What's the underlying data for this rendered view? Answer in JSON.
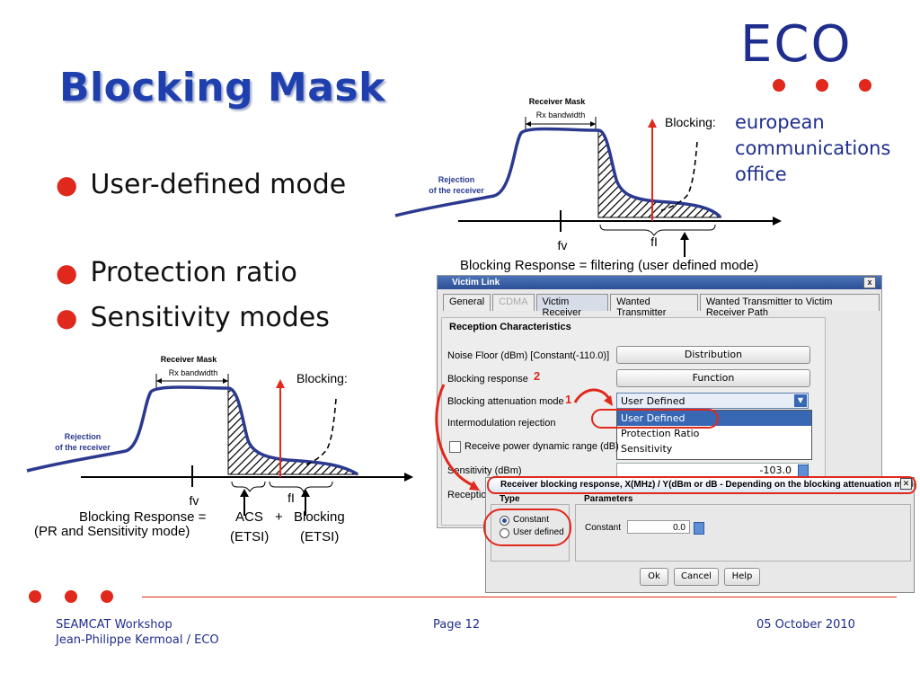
{
  "slide": {
    "title": "Blocking Mask",
    "bullets": [
      "User-defined mode",
      "Protection ratio",
      "Sensitivity modes"
    ]
  },
  "logo": {
    "letters": "ECO",
    "lines": [
      "european",
      "communications",
      "office"
    ]
  },
  "colors": {
    "title": "#1f3fae",
    "accent_red": "#e0281c",
    "logo_blue": "#1f2e8e",
    "mask_curve": "#2b3a8f"
  },
  "diagram_top": {
    "mask_label": "Receiver Mask",
    "bandwidth_label": "Rx bandwidth",
    "rejection_label_1": "Rejection",
    "rejection_label_2": "of the receiver",
    "blocking_label": "Blocking:",
    "fv": "fv",
    "fi": "fI",
    "caption": "Blocking Response = filtering (user defined mode)"
  },
  "diagram_bottom": {
    "mask_label": "Receiver Mask",
    "bandwidth_label": "Rx bandwidth",
    "rejection_label_1": "Rejection",
    "rejection_label_2": "of the receiver",
    "blocking_label": "Blocking:",
    "fv": "fv",
    "fi": "fI",
    "response_label": "Blocking Response =",
    "response_sub": "(PR and Sensitivity mode)",
    "acs": "ACS",
    "acs_sub": "(ETSI)",
    "plus": "+",
    "blocking": "Blocking",
    "blocking_sub": "(ETSI)"
  },
  "victim_dialog": {
    "title": "Victim Link",
    "close": "x",
    "tabs": [
      "General",
      "CDMA",
      "Victim Receiver",
      "Wanted Transmitter",
      "Wanted Transmitter to Victim Receiver Path"
    ],
    "section": "Reception Characteristics",
    "noise_floor_label": "Noise Floor (dBm) [Constant(-110.0)]",
    "noise_floor_button": "Distribution",
    "blocking_response_label": "Blocking response",
    "blocking_response_button": "Function",
    "blocking_attenuation_label": "Blocking attenuation mode",
    "blocking_attenuation_value": "User Defined",
    "intermod_label": "Intermodulation rejection",
    "dynamic_range_label": "Receive power dynamic range (dB)",
    "sensitivity_label": "Sensitivity (dBm)",
    "sensitivity_value": "-103.0",
    "reception_partial": "Receptio",
    "dropdown_options": [
      "User Defined",
      "Protection Ratio",
      "Sensitivity"
    ],
    "marker_1": "1",
    "marker_2": "2"
  },
  "response_dialog": {
    "title": "Receiver blocking response, X(MHz) / Y(dBm or dB - Depending on the blocking attenuation mode)",
    "type_label": "Type",
    "parameters_label": "Parameters",
    "radio_constant": "Constant",
    "radio_user_defined": "User defined",
    "constant_label": "Constant",
    "constant_value": "0.0",
    "ok": "Ok",
    "cancel": "Cancel",
    "help": "Help"
  },
  "footer": {
    "left_line1": "SEAMCAT Workshop",
    "left_line2": "Jean-Philippe Kermoal / ECO",
    "page": "Page 12",
    "date": "05 October 2010"
  }
}
